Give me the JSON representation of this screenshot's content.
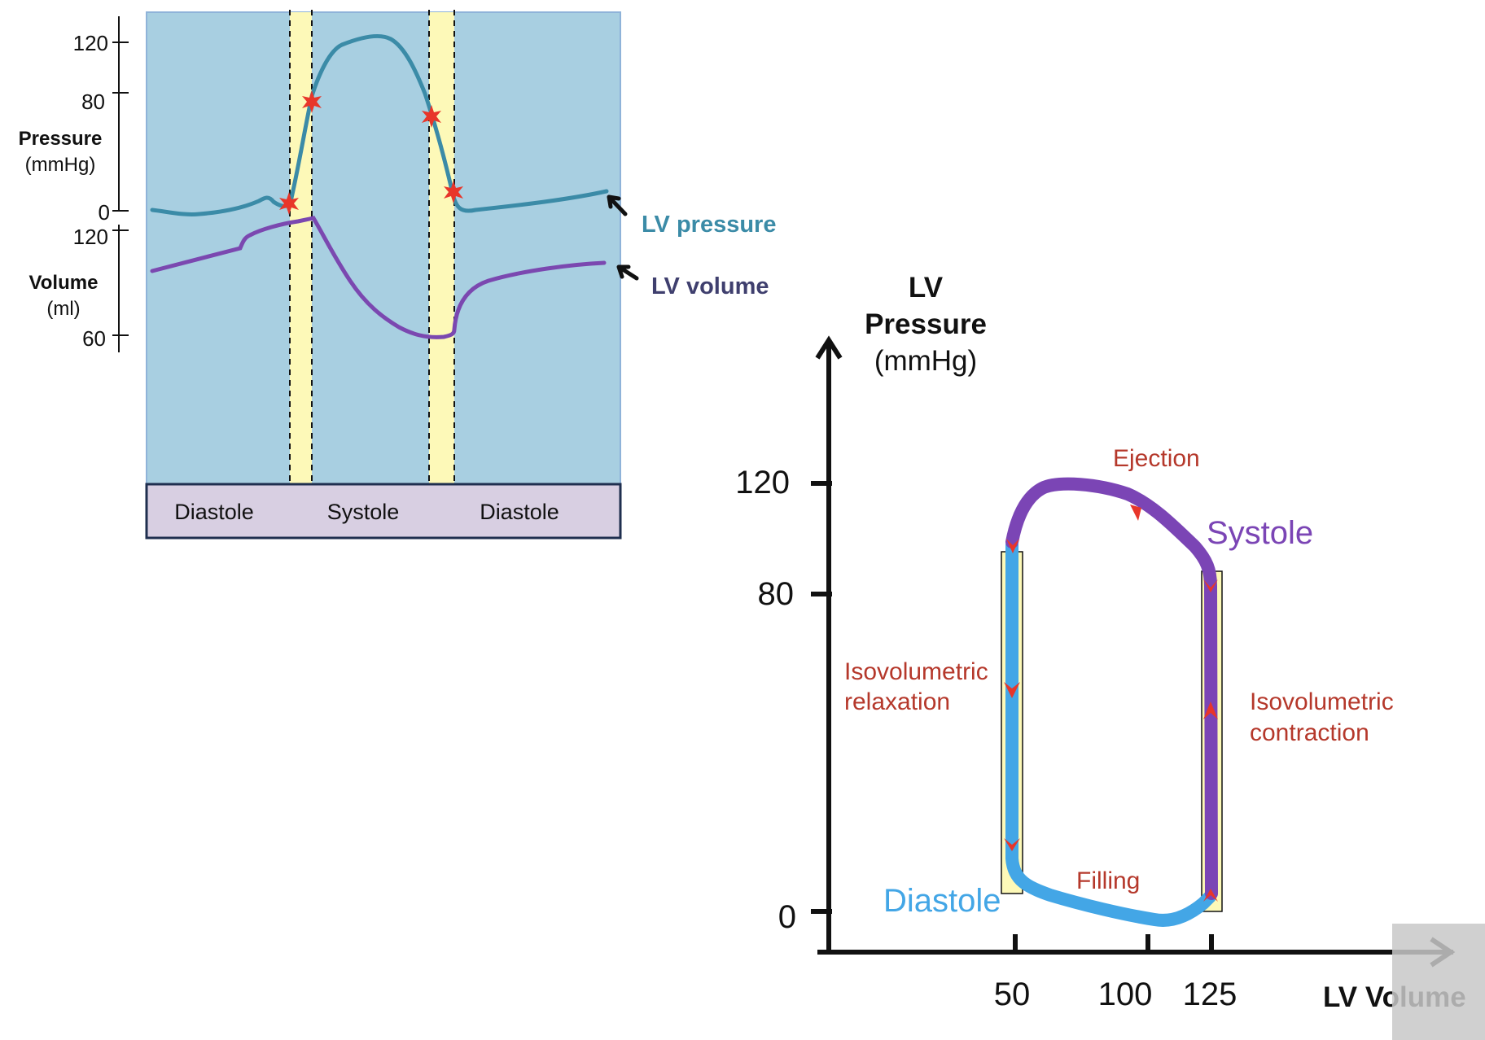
{
  "wiggers": {
    "pressure_axis": {
      "title": "Pressure",
      "unit": "(mmHg)",
      "ticks": [
        "120",
        "80",
        "0"
      ]
    },
    "volume_axis": {
      "title": "Volume",
      "unit": "(ml)",
      "ticks": [
        "120",
        "60"
      ]
    },
    "phases": [
      "Diastole",
      "Systole",
      "Diastole"
    ],
    "callouts": {
      "lv_pressure": "LV pressure",
      "lv_volume": "LV volume"
    },
    "colors": {
      "panel": "#a8cfe1",
      "band": "#fdf9b8",
      "phase_bar": "#d8cfe2",
      "pressure_trace": "#3b8ba7",
      "volume_trace": "#7b48b0",
      "marker": "#e8362a"
    }
  },
  "pv_loop": {
    "y_axis": {
      "title_line1": "LV",
      "title_line2": "Pressure",
      "unit": "(mmHg)",
      "ticks": [
        "120",
        "80",
        "0"
      ]
    },
    "x_axis": {
      "title": "LV Volume",
      "ticks": [
        "50",
        "100",
        "125"
      ]
    },
    "phase_labels": {
      "ejection": "Ejection",
      "iso_relax_line1": "Isovolumetric",
      "iso_relax_line2": "relaxation",
      "iso_contr_line1": "Isovolumetric",
      "iso_contr_line2": "contraction",
      "filling": "Filling"
    },
    "segment_labels": {
      "systole": "Systole",
      "diastole": "Diastole"
    },
    "colors": {
      "systole": "#7b45b5",
      "diastole": "#43a6e6",
      "phase_text": "#b5382b",
      "band": "#fdf9b8"
    }
  }
}
